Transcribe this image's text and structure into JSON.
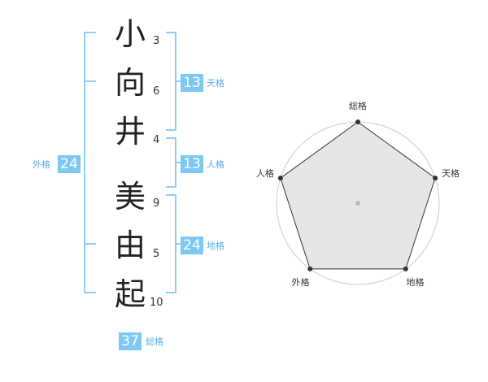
{
  "name": {
    "characters": [
      "小",
      "向",
      "井",
      "美",
      "由",
      "起"
    ],
    "strokes": [
      "3",
      "6",
      "4",
      "9",
      "5",
      "10"
    ]
  },
  "kakusu": {
    "tenkaku": {
      "value": "13",
      "label": "天格"
    },
    "jinkaku": {
      "value": "13",
      "label": "人格"
    },
    "chikaku": {
      "value": "24",
      "label": "地格"
    },
    "gaikaku": {
      "value": "24",
      "label": "外格"
    },
    "soukaku": {
      "value": "37",
      "label": "総格"
    }
  },
  "radar": {
    "axes": [
      "総格",
      "天格",
      "地格",
      "外格",
      "人格"
    ],
    "values": [
      1,
      1,
      1,
      1,
      1
    ]
  },
  "colors": {
    "accent": "#7ec8f4",
    "label": "#55aee8",
    "bracket": "#8ed0f7",
    "polygon_fill": "#e6e6e6",
    "polygon_stroke": "#333333",
    "ring": "#cccccc"
  }
}
